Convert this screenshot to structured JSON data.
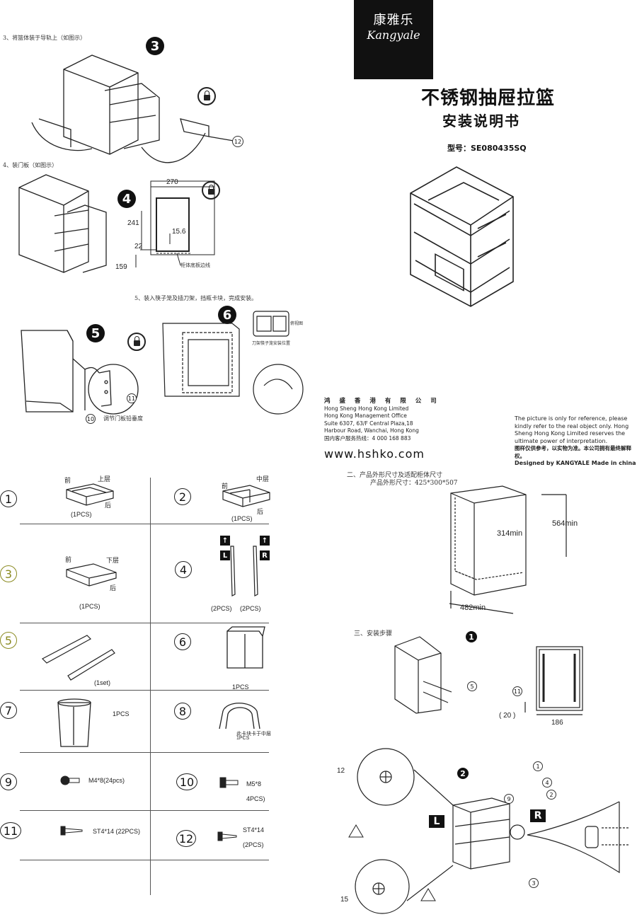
{
  "brand": {
    "name_cn": "康雅乐",
    "name_en": "Kangyale"
  },
  "title": {
    "main": "不锈钢抽屉拉篮",
    "sub": "安装说明书",
    "model": "型号：SE080435SQ"
  },
  "steps": {
    "step3_caption": "3、将篮体装于导轨上（如图示）",
    "step4_caption": "4、装门板（如图示）",
    "step56_caption": "5、装入筷子笼及插刀架，挡瓶卡块，完成安装。",
    "step4_dims": {
      "width": "270",
      "h1": "241",
      "h2": "15.6",
      "h3": "22",
      "h4": "159",
      "edge_note": "柜体底板边线"
    },
    "step5_note": "调节门板铅垂度",
    "step6_notes": {
      "top": "俯视图",
      "bottom": "刀架筷子笼安装位置"
    },
    "callouts": {
      "c12": "12",
      "c11": "11",
      "c10": "10"
    },
    "badge3": "3",
    "badge4": "4",
    "badge5": "5",
    "badge6": "6"
  },
  "company": {
    "name": "鸿 盛 香 港 有 限 公 司",
    "lines": [
      "Hong Sheng Hong Kong Limited",
      "Hong Kong Management Office",
      "Suite 6307, 63/F   Central Plaza,18",
      "Harbour Road, Wanchai, Hong Kong",
      "国内客户服务热线：4 000 168 883"
    ],
    "website": "www.hshko.com"
  },
  "disclaimer": {
    "en": "The picture is only for reference, please kindly refer to the real object only. Hong Sheng Hong Kong Limited  reserves the ultimate power of interpretation.",
    "cn": "图样仅供参考，以实物为准。本公司拥有最终解释权。",
    "made": "Designed by KANGYALE Made in china"
  },
  "parts": [
    {
      "num": "1",
      "label_front": "前",
      "label_layer": "上层",
      "label_back": "后",
      "qty": "(1PCS)"
    },
    {
      "num": "2",
      "label_front": "前",
      "label_layer": "中层",
      "label_back": "后",
      "qty": "(1PCS)"
    },
    {
      "num": "3",
      "label_front": "前",
      "label_layer": "下层",
      "label_back": "后",
      "qty": "(1PCS)"
    },
    {
      "num": "4",
      "qty_l": "(2PCS)",
      "qty_r": "(2PCS)",
      "tag_l": "L",
      "tag_r": "R"
    },
    {
      "num": "5",
      "qty": "(1set)"
    },
    {
      "num": "6",
      "qty": "1PCS"
    },
    {
      "num": "7",
      "qty": "1PCS"
    },
    {
      "num": "8",
      "note": "此卡块卡于中层",
      "qty": "1PCS"
    },
    {
      "num": "9",
      "qty": "M4*8(24pcs)"
    },
    {
      "num": "10",
      "qty_a": "M5*8",
      "qty_b": "4PCS)"
    },
    {
      "num": "11",
      "qty": "ST4*14  (22PCS)"
    },
    {
      "num": "12",
      "qty_a": "ST4*14",
      "qty_b": "(2PCS)"
    }
  ],
  "sections": {
    "dims_title": "二、产品外形尺寸及适配柜体尺寸",
    "dims_sub": "产品外形尺寸：425*300*507",
    "dim_564": "564min",
    "dim_314": "314min",
    "dim_482": "482min",
    "install_title": "三、安装步骤",
    "step1_dims": {
      "d20": "( 20 )",
      "d186": "186",
      "c11": "11",
      "c5": "5"
    },
    "step2_dims": {
      "d12": "12",
      "d15": "15",
      "tag_l": "L",
      "tag_r": "R"
    },
    "badge1": "1",
    "badge2": "2",
    "step2_callouts": [
      "1",
      "4",
      "2",
      "9",
      "3"
    ]
  }
}
